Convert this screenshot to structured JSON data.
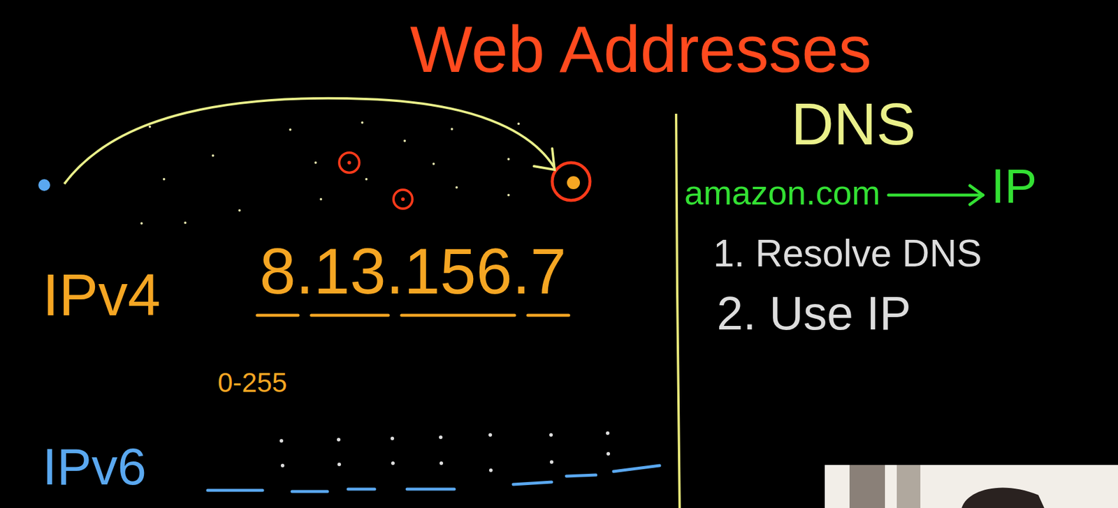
{
  "diagram": {
    "title": "Web Addresses",
    "labels": [
      "DNS",
      "amazon.com",
      "IP",
      "1. Resolve DNS",
      "2. Use IP",
      "IPv4",
      "8.13.156.7",
      "0-255",
      "IPv6"
    ]
  }
}
